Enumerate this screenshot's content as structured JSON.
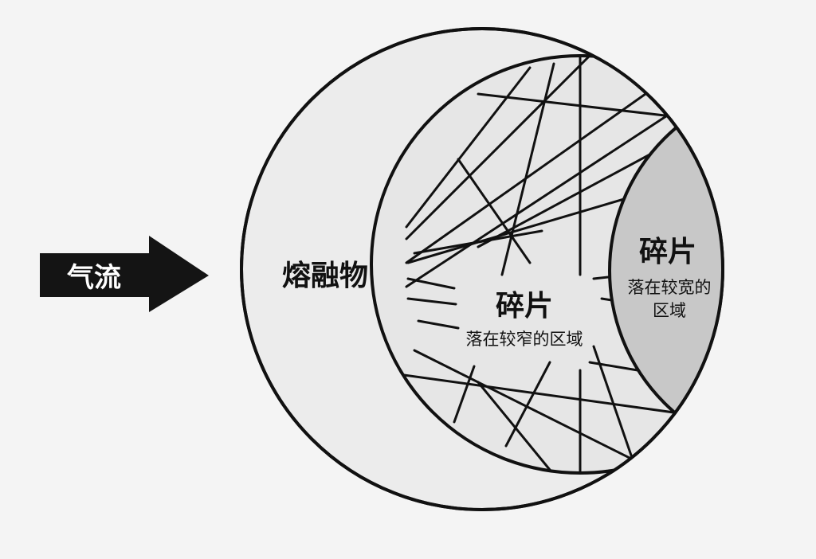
{
  "arrow": {
    "label": "气流"
  },
  "outer_region": {
    "label": "熔融物"
  },
  "narrow_region": {
    "title": "碎片",
    "caption": "落在较窄的区域"
  },
  "wide_region": {
    "title": "碎片",
    "caption_line1": "落在较宽的",
    "caption_line2": "区域"
  },
  "colors": {
    "background": "#f4f4f4",
    "outer_fill": "#ececec",
    "inner_fill": "#e6e6e6",
    "wide_fill": "#c8c8c8",
    "stroke": "#111111",
    "arrow_fill": "#141414"
  }
}
